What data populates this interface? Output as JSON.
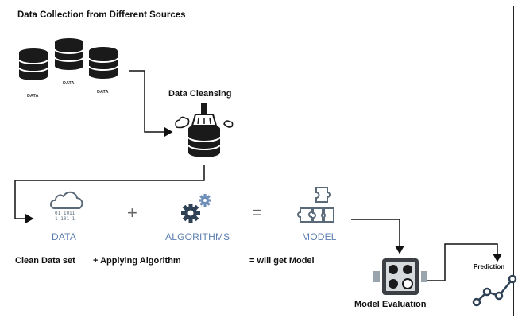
{
  "header": {
    "title": "Data Collection from Different Sources"
  },
  "sources": [
    {
      "label": "DATA"
    },
    {
      "label": "DATA"
    },
    {
      "label": "DATA"
    }
  ],
  "cleansing": {
    "label": "Data Cleansing"
  },
  "equation": {
    "data_label": "DATA",
    "plus": "+",
    "algorithms_label": "ALGORITHMS",
    "equals": "=",
    "model_label": "MODEL"
  },
  "captions": {
    "clean": "Clean Data set",
    "applying": "+ Applying Algorithm",
    "model": "=  will get Model"
  },
  "evaluation": {
    "label": "Model Evaluation"
  },
  "prediction": {
    "label": "Prediction"
  },
  "colors": {
    "icon_dark": "#1a1a1a",
    "icon_blue": "#5b7fb0",
    "icon_gray": "#5a6a78",
    "line": "#111111"
  }
}
